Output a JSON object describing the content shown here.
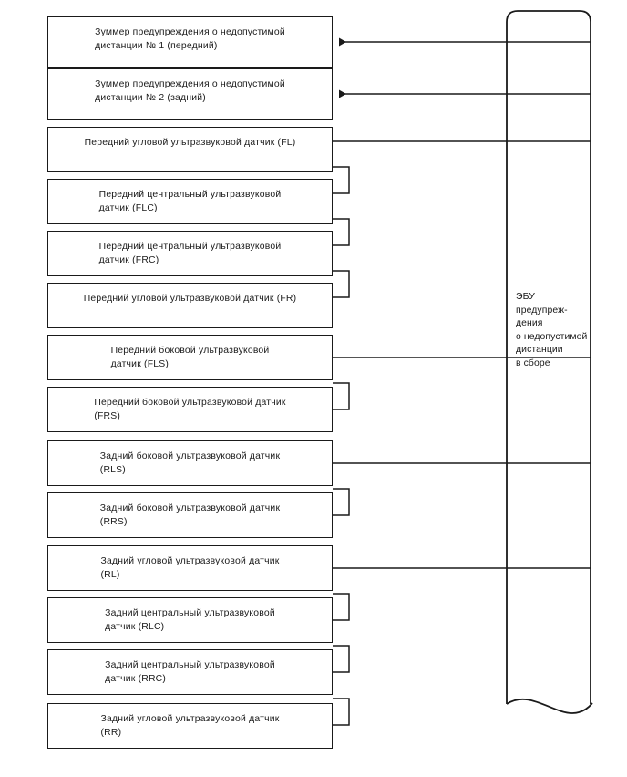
{
  "diagram": {
    "title": "Clearance warning system block diagram",
    "line_color": "#1a1a1a",
    "background": "#ffffff",
    "ecu": {
      "name": "clearance-warning-ecu",
      "label": "ЭБУ\nпредупреж-\nдения\nо недопустимой\nдистанции\nв сборе"
    },
    "boxes": [
      {
        "id": "buzzer-1",
        "label": "Зуммер предупреждения о недопустимой\nдистанции № 1 (передний)",
        "align": "left"
      },
      {
        "id": "buzzer-2",
        "label": "Зуммер предупреждения о недопустимой\nдистанции № 2 (задний)",
        "align": "left"
      },
      {
        "id": "sensor-fl",
        "label": "Передний угловой ультразвуковой датчик (FL)",
        "align": "center"
      },
      {
        "id": "sensor-flc",
        "label": "Передний центральный ультразвуковой\nдатчик (FLC)",
        "align": "left"
      },
      {
        "id": "sensor-frc",
        "label": "Передний центральный ультразвуковой\nдатчик (FRC)",
        "align": "left"
      },
      {
        "id": "sensor-fr",
        "label": "Передний угловой ультразвуковой датчик (FR)",
        "align": "center"
      },
      {
        "id": "sensor-fls",
        "label": "Передний боковой ультразвуковой\nдатчик (FLS)",
        "align": "left"
      },
      {
        "id": "sensor-frs",
        "label": "Передний боковой ультразвуковой датчик\n(FRS)",
        "align": "left"
      },
      {
        "id": "sensor-rls",
        "label": "Задний боковой ультразвуковой датчик\n(RLS)",
        "align": "left"
      },
      {
        "id": "sensor-rrs",
        "label": "Задний боковой ультразвуковой датчик\n(RRS)",
        "align": "left"
      },
      {
        "id": "sensor-rl",
        "label": "Задний угловой ультразвуковой датчик\n(RL)",
        "align": "left"
      },
      {
        "id": "sensor-rlc",
        "label": "Задний центральный ультразвуковой\nдатчик (RLC)",
        "align": "left"
      },
      {
        "id": "sensor-rrc",
        "label": "Задний центральный ультразвуковой\nдатчик (RRC)",
        "align": "left"
      },
      {
        "id": "sensor-rr",
        "label": "Задний угловой ультразвуковой датчик\n(RR)",
        "align": "left"
      }
    ]
  }
}
